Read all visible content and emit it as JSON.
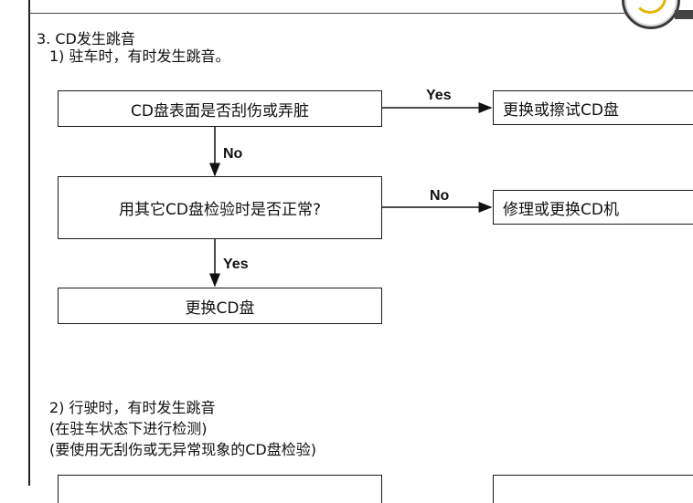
{
  "section": {
    "title": "3. CD发生跳音",
    "sub1": "1) 驻车时，有时发生跳音。",
    "sub2_lines": [
      "2) 行驶时，有时发生跳音",
      "(在驻车状态下进行检测)",
      "(要使用无刮伤或无异常现象的CD盘检验)"
    ]
  },
  "flow": {
    "q1": "CD盘表面是否刮伤或弄脏",
    "q1_yes_action": "更换或擦试CD盘",
    "q1_no_label": "No",
    "q1_yes_label": "Yes",
    "q2": "用其它CD盘检验时是否正常?",
    "q2_no_action": "修理或更换CD机",
    "q2_no_label": "No",
    "q2_yes_label": "Yes",
    "q2_yes_action": "更换CD盘"
  }
}
